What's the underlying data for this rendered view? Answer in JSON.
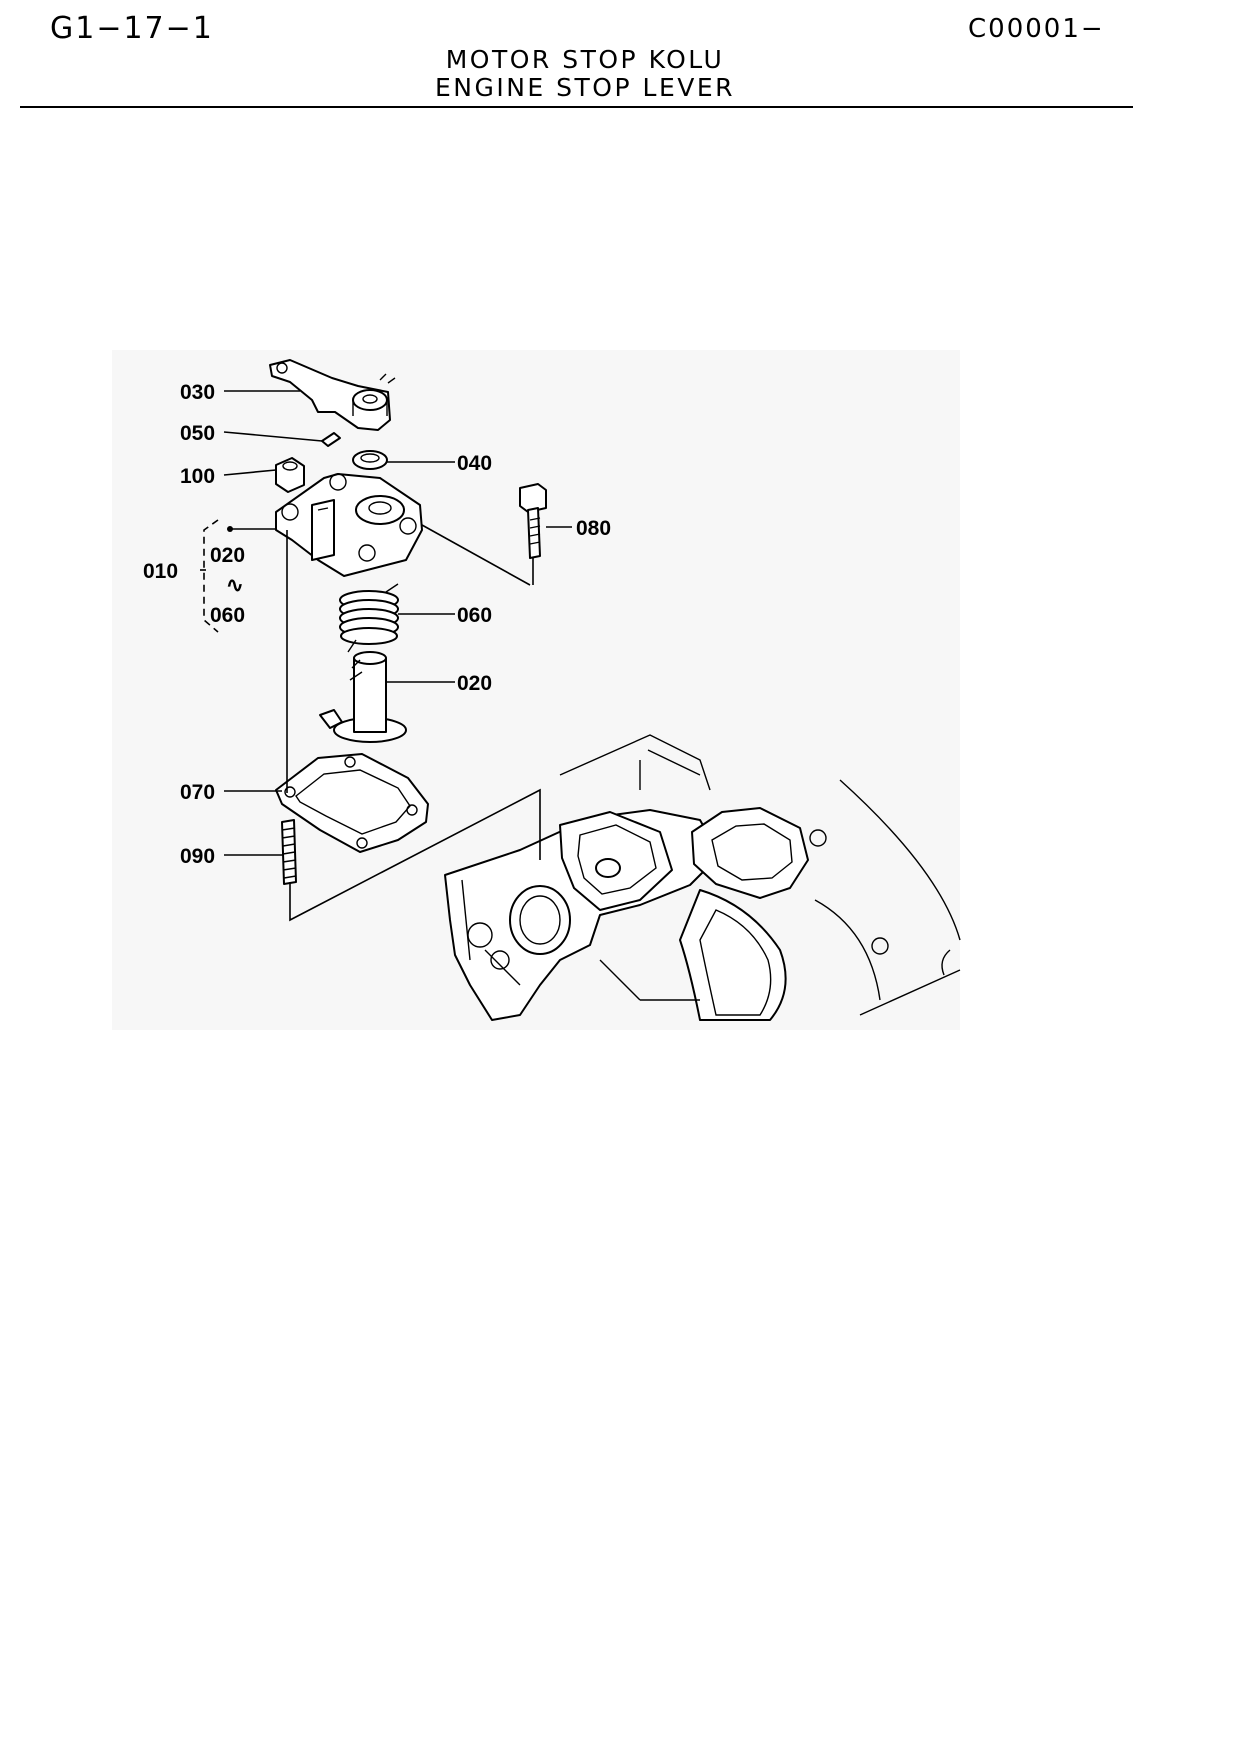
{
  "header": {
    "page_code": "G1−17−1",
    "catalog_code": "C00001−",
    "title_tr": "MOTOR STOP KOLU",
    "title_en": "ENGINE STOP LEVER"
  },
  "diagram": {
    "callouts": {
      "lever": "030",
      "pin": "050",
      "nut": "100",
      "oil_seal": "040",
      "bolt": "080",
      "assembly": "010",
      "range_start": "020",
      "range_sep": "∿",
      "range_end": "060",
      "spring": "060",
      "shaft": "020",
      "gasket": "070",
      "stud": "090"
    }
  }
}
